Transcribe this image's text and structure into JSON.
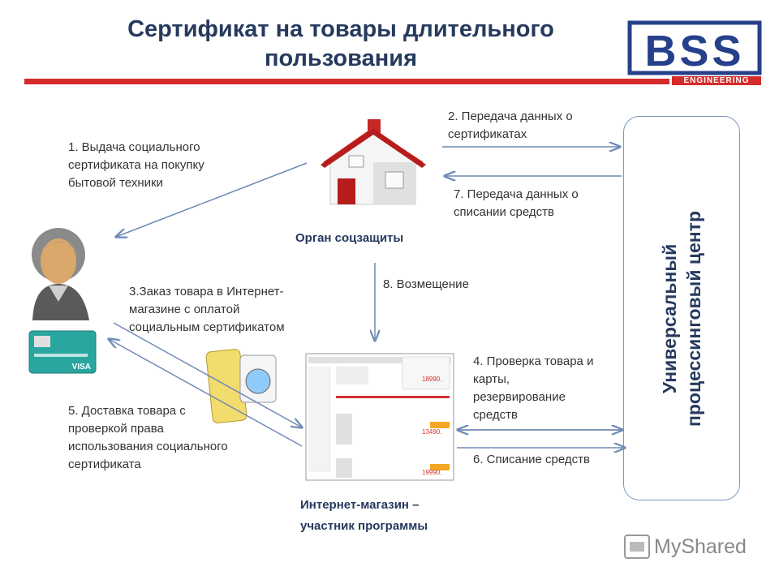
{
  "title": "Сертификат на товары длительного\nпользования",
  "logo": {
    "letters": "BSS",
    "tagline": "ENGINEERING"
  },
  "nodes": {
    "social_agency": "Орган соцзащиты",
    "processing_center": "Универсальный\nпроцессинговый центр",
    "online_store": "Интернет-магазин –\nучастник программы"
  },
  "steps": {
    "s1": "1. Выдача социального\nсертификата на покупку\nбытовой техники",
    "s2": "2. Передача данных о\nсертификатах",
    "s3": "3.Заказ товара в Интернет-\nмагазине с оплатой\nсоциальным сертификатом",
    "s4": "4. Проверка товара и\nкарты,\nрезервирование\nсредств",
    "s5": "5. Доставка товара с\nпроверкой права\nиспользования социального\nсертификата",
    "s6": "6. Списание средств",
    "s7": "7. Передача данных о\nсписании средств",
    "s8": "8. Возмещение"
  },
  "card_text": "VISA",
  "shop_prices": [
    "18990.",
    "13490.",
    "19990."
  ],
  "watermark": "MyShared",
  "colors": {
    "title": "#263a5e",
    "accent_red": "#d52b2b",
    "arrow": "#6f8ab5",
    "frame": "#7e97c0"
  }
}
